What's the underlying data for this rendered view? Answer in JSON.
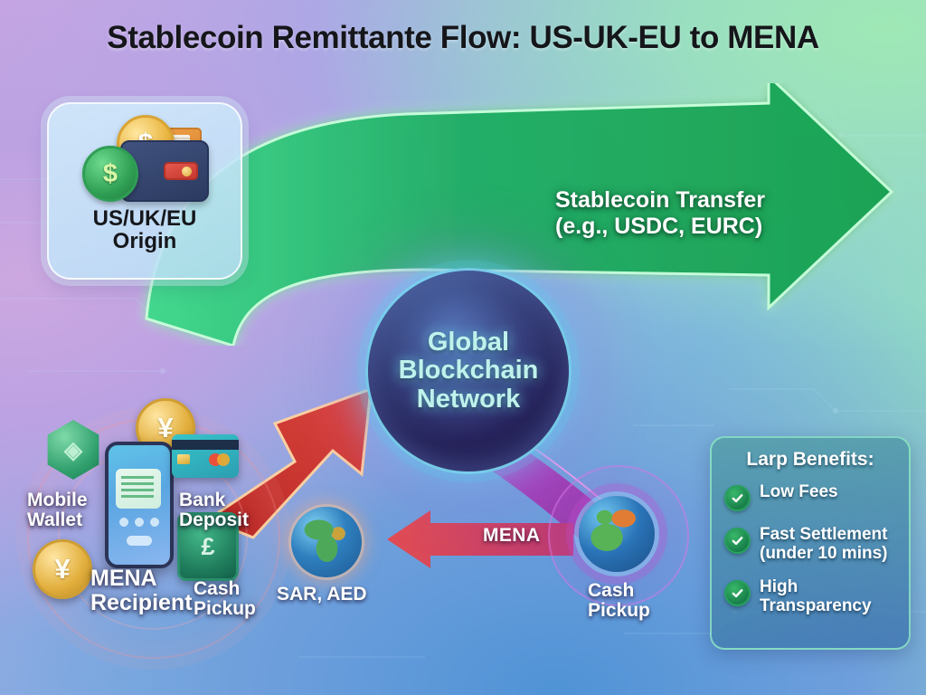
{
  "title": "Stablecoin Remittante Flow: US-UK-EU to MENA",
  "origin": {
    "label_line1": "US/UK/EU",
    "label_line2": "Origin",
    "icon": "wallet-coins-icon"
  },
  "transfer": {
    "label_line1": "Stablecoin Transfer",
    "label_line2": "(e.g., USDC, EURC)",
    "arrow_icon": "right-arrow-icon",
    "arrow_color": "#22b14c"
  },
  "hub": {
    "label_line1": "Global",
    "label_line2": "Blockchain",
    "label_line3": "Network",
    "glow_color": "#7ae8ff"
  },
  "return_flow": {
    "label": "MENA",
    "arrow_icon": "left-arrow-icon",
    "arrow_color": "#e0485c"
  },
  "inbound_flow": {
    "arrow_icon": "up-right-arrow-icon",
    "arrow_color": "#d43a30"
  },
  "recipient": {
    "title": "MENA Recipient",
    "channels": [
      {
        "label_line1": "Mobile",
        "label_line2": "Wallet",
        "icon": "hex-token-icon"
      },
      {
        "label_line1": "Bank",
        "label_line2": "Deposit",
        "icon": "bank-card-icon"
      },
      {
        "label_line1": "Cash",
        "label_line2": "Pickup",
        "icon": "cash-note-icon"
      }
    ],
    "coins": [
      "¥",
      "¥"
    ]
  },
  "currency_node": {
    "label": "SAR, AED",
    "icon": "globe-icon"
  },
  "cash_node": {
    "label_line1": "Cash",
    "label_line2": "Pickup",
    "icon": "globe-icon"
  },
  "benefits": {
    "title": "Larp Benefits:",
    "items": [
      {
        "line1": "Low Fees",
        "line2": "",
        "icon": "check-circle-icon"
      },
      {
        "line1": "Fast Settlement",
        "line2": "(under 10 mins)",
        "icon": "check-circle-icon"
      },
      {
        "line1": "High",
        "line2": "Transparency",
        "icon": "check-circle-icon"
      }
    ],
    "accent_color": "#2aa35d"
  }
}
